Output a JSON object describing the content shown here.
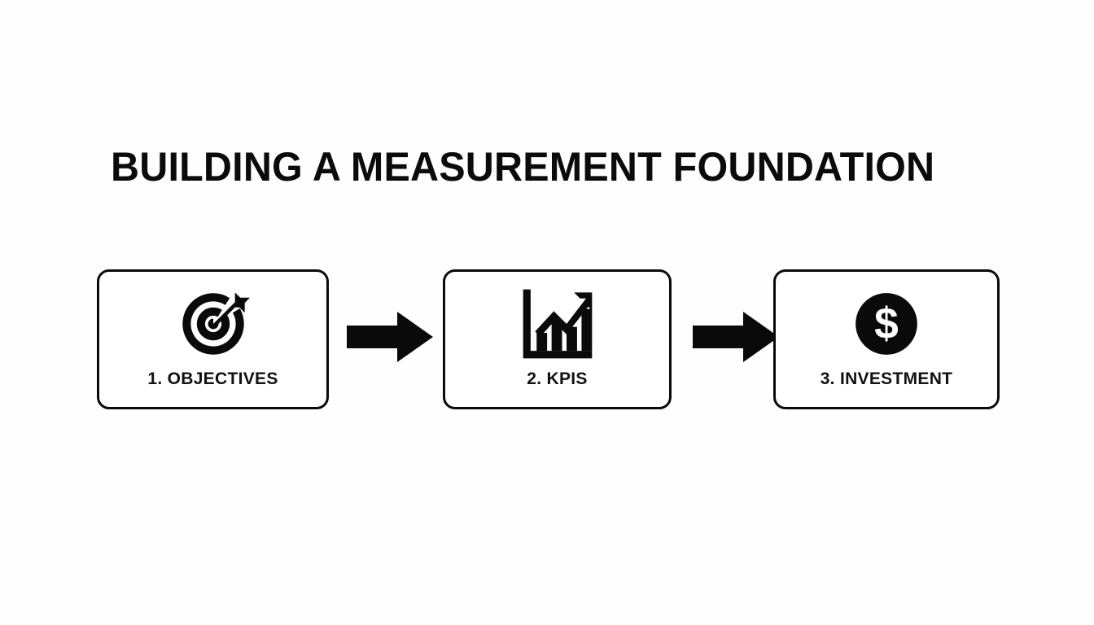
{
  "slide": {
    "background_color": "#fefeff",
    "ink_color": "#0a0a0a",
    "title": "BUILDING A MEASUREMENT FOUNDATION"
  },
  "flow": {
    "steps": [
      {
        "label": "1. OBJECTIVES",
        "icon": "target-bullseye-arrow-icon"
      },
      {
        "label": "2. KPIS",
        "icon": "bar-chart-growth-arrow-icon"
      },
      {
        "label": "3. INVESTMENT",
        "icon": "dollar-coin-icon"
      }
    ],
    "connectors": [
      {
        "icon": "arrow-right-icon"
      },
      {
        "icon": "arrow-right-icon"
      }
    ]
  }
}
